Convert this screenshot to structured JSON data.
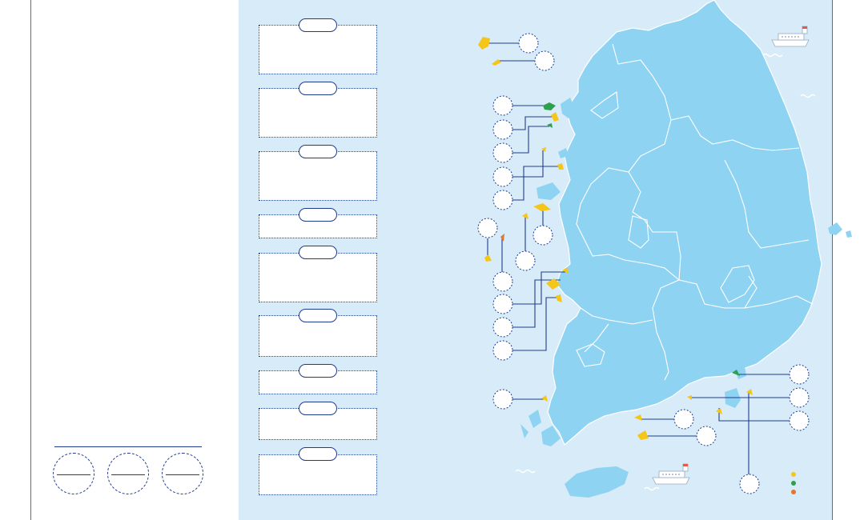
{
  "colors": {
    "sea": "#d7ecf8",
    "land": "#8fd3f2",
    "border": "#ffffff",
    "line": "#1f3b8c",
    "dot_yellow": "#f5c518",
    "dot_green": "#2e9e4f",
    "dot_orange": "#e6762b"
  },
  "legend": {
    "markers": [
      {
        "name": "dot-yellow",
        "color": "#f5c518"
      },
      {
        "name": "dot-green",
        "color": "#2e9e4f"
      },
      {
        "name": "dot-orange",
        "color": "#e6762b"
      }
    ]
  },
  "panels": {
    "count": 9
  },
  "icons": [
    "ferry-icon",
    "wave-icon",
    "island-icon"
  ]
}
